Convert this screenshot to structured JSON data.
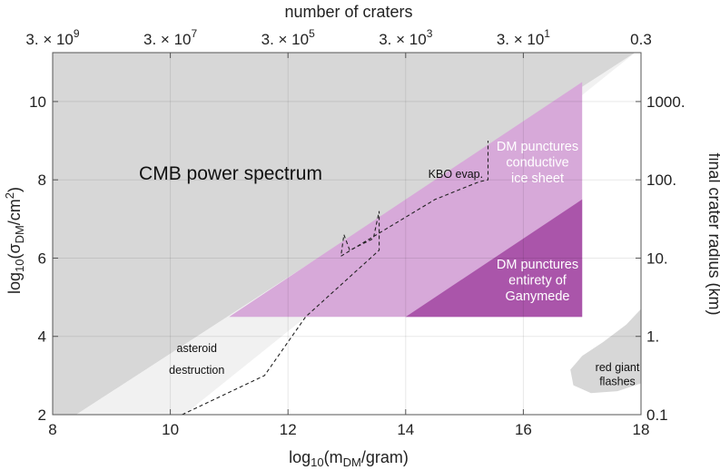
{
  "chart_data": {
    "type": "area",
    "xlabel": "log10(mDM/gram)",
    "ylabel": "log10(σDM/cm2)",
    "top_label": "number of craters",
    "right_label": "final crater radius (km)",
    "xlim": [
      8,
      18
    ],
    "ylim": [
      2,
      11.25
    ],
    "grid": true,
    "x_ticks": [
      8,
      10,
      12,
      14,
      16,
      18
    ],
    "y_ticks": [
      2,
      4,
      6,
      8,
      10
    ],
    "top_ticks": [
      {
        "x": 8,
        "text": "3. × 10"
      },
      {
        "x": 10,
        "text": "3. × 10"
      },
      {
        "x": 12,
        "text": "3. × 10"
      },
      {
        "x": 14,
        "text": "3. × 10"
      },
      {
        "x": 16,
        "text": "3. × 10"
      },
      {
        "x": 18,
        "text": "0.3"
      }
    ],
    "top_exponents": [
      "9",
      "7",
      "5",
      "3",
      "1"
    ],
    "right_ticks": [
      {
        "y": 2,
        "text": "0.1"
      },
      {
        "y": 4,
        "text": "1."
      },
      {
        "y": 6,
        "text": "10."
      },
      {
        "y": 8,
        "text": "100."
      },
      {
        "y": 10,
        "text": "1000."
      }
    ],
    "regions": [
      {
        "name": "CMB power spectrum",
        "color": "#d7d7d7",
        "label": "CMB power spectrum",
        "points": [
          [
            8,
            2
          ],
          [
            8.4,
            2
          ],
          [
            17.9,
            11.25
          ],
          [
            8,
            11.25
          ]
        ]
      },
      {
        "name": "light exclusion band",
        "color": "#f1f1f1",
        "points": [
          [
            8.4,
            2
          ],
          [
            10.25,
            2
          ],
          [
            10.4,
            2.2
          ],
          [
            17.9,
            11.25
          ]
        ]
      },
      {
        "name": "DM punctures conductive ice sheet",
        "color": "#d7a9d9",
        "label": [
          "DM punctures",
          "conductive",
          "ice sheet"
        ],
        "points": [
          [
            11,
            4.5
          ],
          [
            17,
            4.5
          ],
          [
            17,
            10.5
          ]
        ]
      },
      {
        "name": "DM punctures entirety of Ganymede",
        "color": "#aa55aa",
        "label": [
          "DM punctures",
          "entirety of",
          "Ganymede"
        ],
        "points": [
          [
            14,
            4.5
          ],
          [
            17,
            4.5
          ],
          [
            17,
            7.5
          ]
        ]
      },
      {
        "name": "red giant flashes",
        "color": "#d7d7d7",
        "label": [
          "red giant",
          "flashes"
        ],
        "points": [
          [
            18,
            4.7
          ],
          [
            17.75,
            4.3
          ],
          [
            17.35,
            3.85
          ],
          [
            17,
            3.5
          ],
          [
            16.8,
            3.15
          ],
          [
            16.85,
            2.75
          ],
          [
            17.15,
            2.55
          ],
          [
            17.6,
            2.6
          ],
          [
            18,
            2.8
          ]
        ]
      }
    ],
    "dashed_curve": {
      "name": "KBO evaporation / asteroid destruction bound",
      "points": [
        [
          10.2,
          2
        ],
        [
          11.6,
          3
        ],
        [
          12.3,
          4.5
        ],
        [
          13.55,
          6.2
        ],
        [
          13.55,
          7.2
        ],
        [
          13.45,
          6.5
        ],
        [
          13.05,
          6.2
        ],
        [
          12.95,
          6.6
        ],
        [
          12.9,
          6.05
        ],
        [
          14.5,
          7.5
        ],
        [
          15.25,
          7.95
        ],
        [
          15.4,
          8.0
        ],
        [
          15.4,
          9.0
        ]
      ]
    },
    "annotations": [
      {
        "text": "KBO evap.",
        "x": 14.85,
        "y": 8.0
      },
      {
        "text": "asteroid",
        "x": 10.45,
        "y": 3.55
      },
      {
        "text": "destruction",
        "x": 10.45,
        "y": 3.0
      }
    ]
  }
}
